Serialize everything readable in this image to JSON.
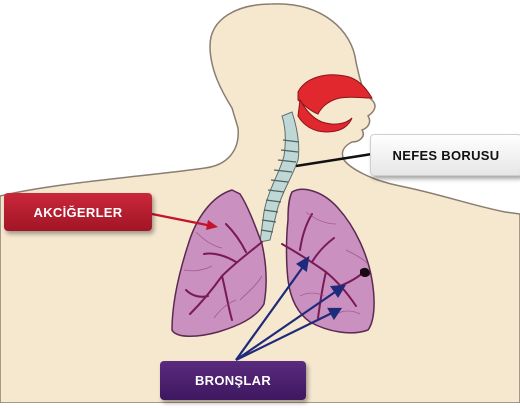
{
  "labels": {
    "lungs": "AKCİĞERLER",
    "trachea": "NEFES BORUSU",
    "bronchi": "BRONŞLAR"
  },
  "colors": {
    "skin": "#f6e7cf",
    "skin_outline": "#8a7e70",
    "nasal_cavity": "#e0282e",
    "lung_fill": "#c990c0",
    "lung_vessels": "#7a1a55",
    "trachea": "#bfd8d6",
    "arrow_lungs": "#c4142c",
    "arrow_trachea": "#111111",
    "arrow_bronchi": "#1e2a7a"
  }
}
